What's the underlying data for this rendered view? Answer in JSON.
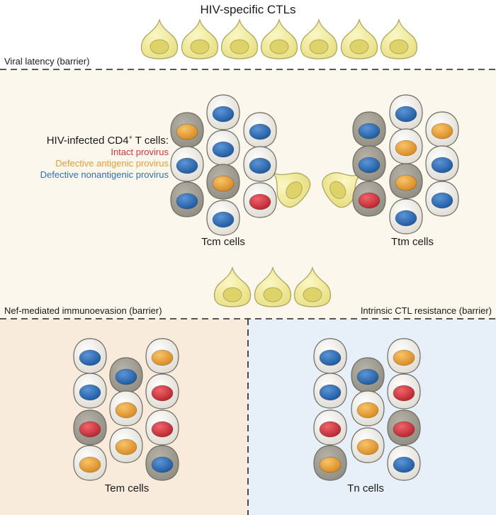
{
  "title": "HIV-specific CTLs",
  "barriers": {
    "viral_latency": "Viral latency (barrier)",
    "nef": "Nef-mediated immunoevasion (barrier)",
    "intrinsic": "Intrinsic CTL resistance (barrier)"
  },
  "legend": {
    "heading": "HIV-infected CD4",
    "heading_sup": "+",
    "heading_tail": " T cells:",
    "items": [
      {
        "label": "Intact provirus",
        "color": "#d0393f"
      },
      {
        "label": "Defective antigenic provirus",
        "color": "#e89c3a"
      },
      {
        "label": "Defective nonantigenic provirus",
        "color": "#2f6fb5"
      }
    ]
  },
  "cell_groups": {
    "tcm": "Tcm cells",
    "ttm": "Ttm cells",
    "tem": "Tem cells",
    "tn": "Tn cells"
  },
  "colors": {
    "latency_region": "#fbf7ec",
    "nef_region": "#f8ebdc",
    "intrinsic_region": "#e7f0f8",
    "ctl_body": "#f2eb98",
    "ctl_nucleus": "#ddd36a",
    "intact": "#d0393f",
    "antigenic": "#e89c3a",
    "nonantigenic": "#2f6fb5"
  }
}
